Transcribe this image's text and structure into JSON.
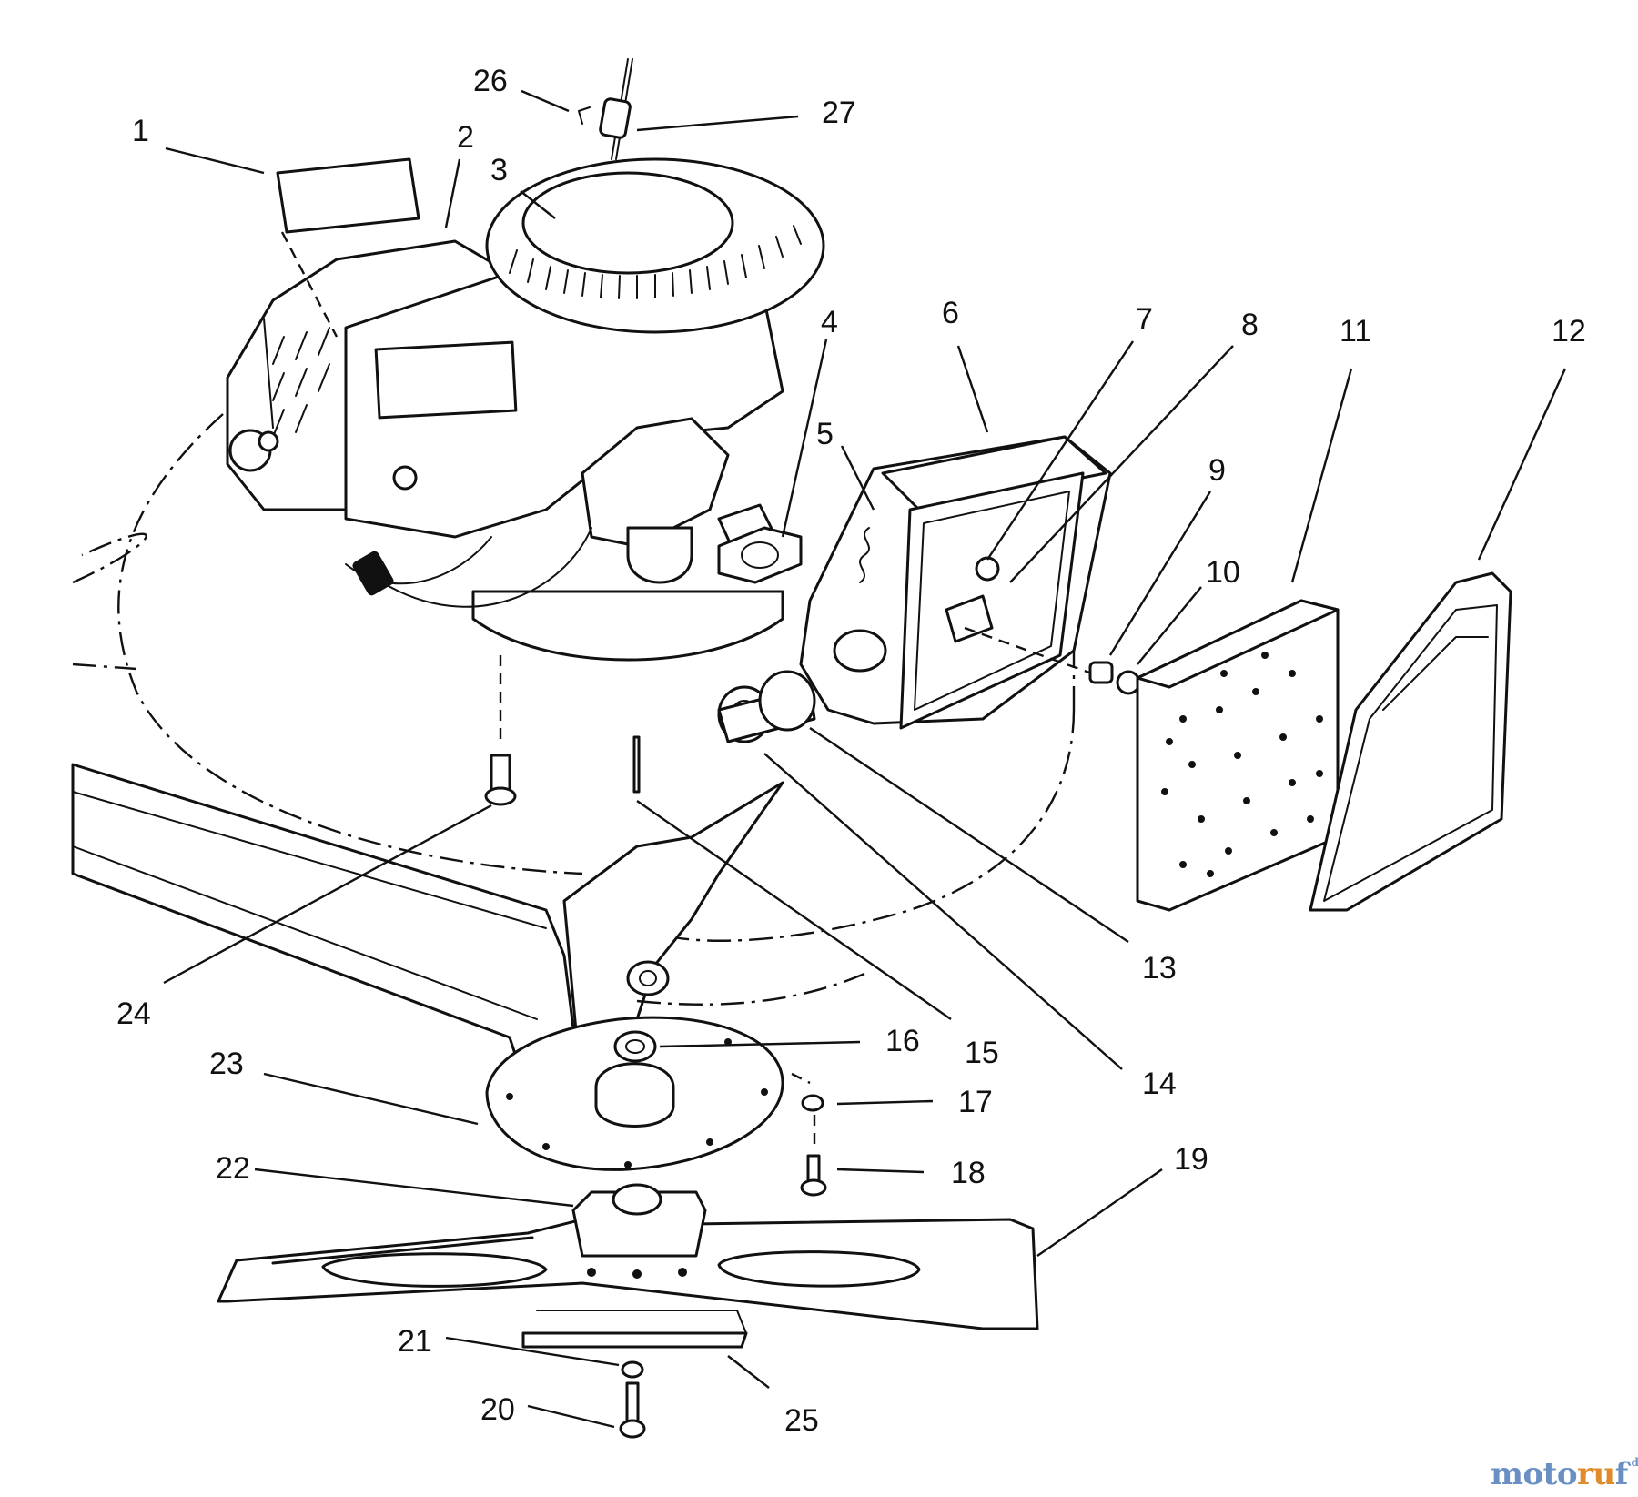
{
  "callouts": [
    {
      "id": "1",
      "label": "1"
    },
    {
      "id": "2",
      "label": "2"
    },
    {
      "id": "3",
      "label": "3"
    },
    {
      "id": "4",
      "label": "4"
    },
    {
      "id": "5",
      "label": "5"
    },
    {
      "id": "6",
      "label": "6"
    },
    {
      "id": "7",
      "label": "7"
    },
    {
      "id": "8",
      "label": "8"
    },
    {
      "id": "9",
      "label": "9"
    },
    {
      "id": "10",
      "label": "10"
    },
    {
      "id": "11",
      "label": "11"
    },
    {
      "id": "12",
      "label": "12"
    },
    {
      "id": "13",
      "label": "13"
    },
    {
      "id": "14",
      "label": "14"
    },
    {
      "id": "15",
      "label": "15"
    },
    {
      "id": "16",
      "label": "16"
    },
    {
      "id": "17",
      "label": "17"
    },
    {
      "id": "18",
      "label": "18"
    },
    {
      "id": "19",
      "label": "19"
    },
    {
      "id": "20",
      "label": "20"
    },
    {
      "id": "21",
      "label": "21"
    },
    {
      "id": "22",
      "label": "22"
    },
    {
      "id": "23",
      "label": "23"
    },
    {
      "id": "24",
      "label": "24"
    },
    {
      "id": "25",
      "label": "25"
    },
    {
      "id": "26",
      "label": "26"
    },
    {
      "id": "27",
      "label": "27"
    }
  ],
  "watermark": {
    "part1": "moto",
    "part2": "ru",
    "part3": "f",
    "tld": ".de"
  }
}
